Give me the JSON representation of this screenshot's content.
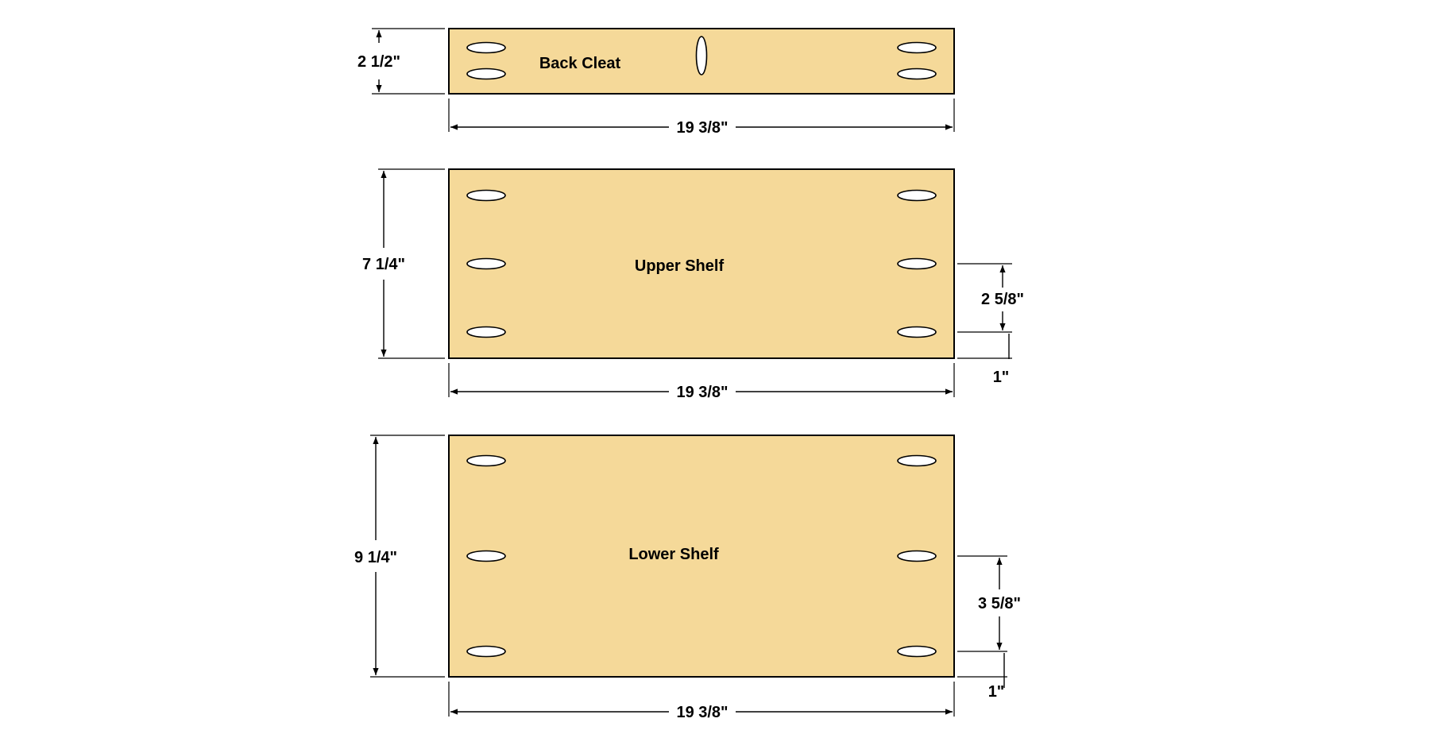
{
  "colors": {
    "board_fill": "#f5d999",
    "outline": "#000000",
    "pocket_hole_fill": "#ffffff"
  },
  "parts": {
    "back_cleat": {
      "label": "Back Cleat",
      "length_label": "19 3/8\"",
      "width_label": "2 1/2\""
    },
    "upper_shelf": {
      "label": "Upper Shelf",
      "length_label": "19 3/8\"",
      "width_label": "7 1/4\"",
      "hole_spacing_label": "2 5/8\"",
      "edge_offset_label": "1\""
    },
    "lower_shelf": {
      "label": "Lower Shelf",
      "length_label": "19 3/8\"",
      "width_label": "9 1/4\"",
      "hole_spacing_label": "3 5/8\"",
      "edge_offset_label": "1\""
    }
  }
}
